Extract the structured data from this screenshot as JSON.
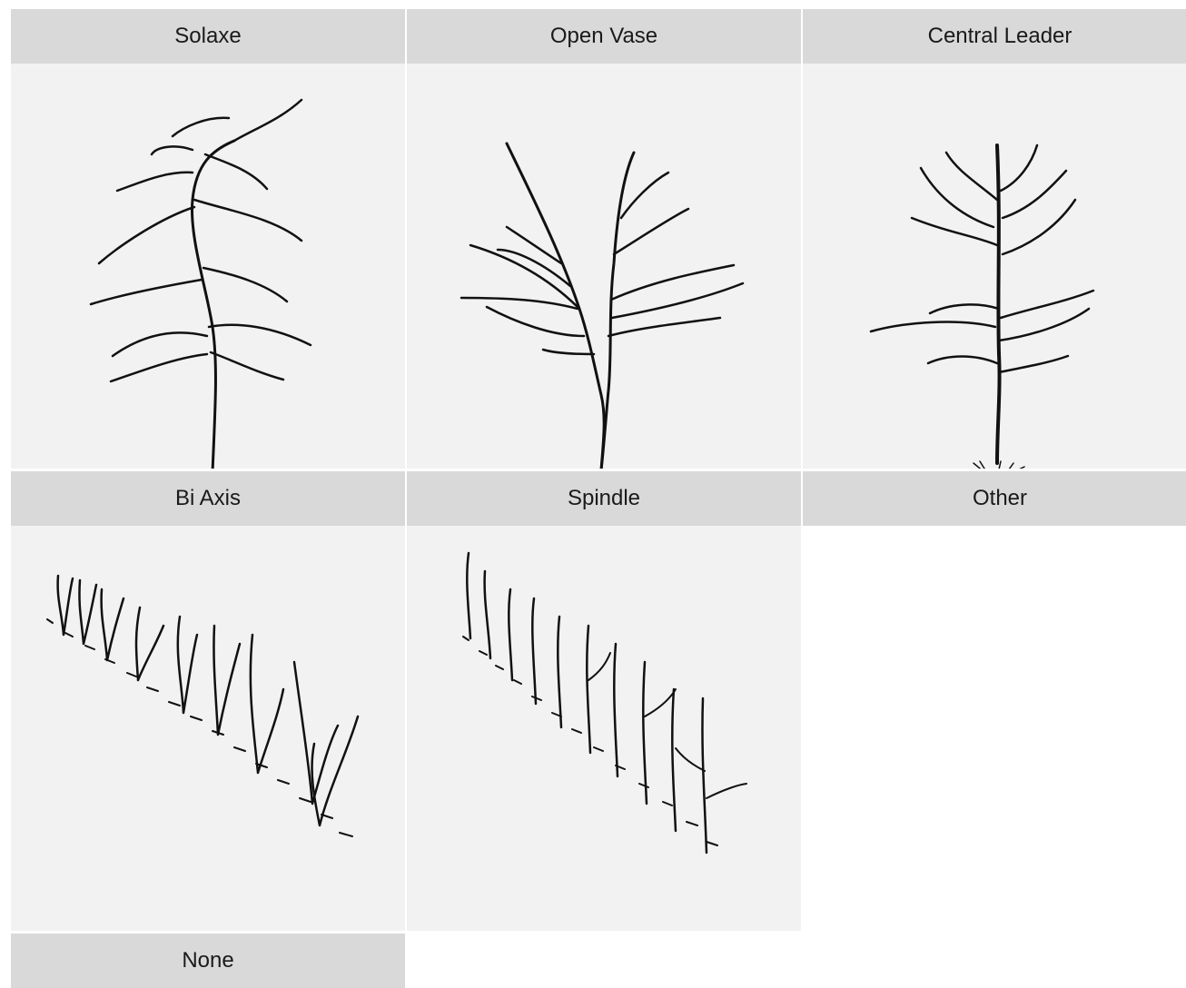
{
  "options": [
    {
      "id": "solaxe",
      "label": "Solaxe",
      "icon": "solaxe-tree-drawing",
      "has_image": true
    },
    {
      "id": "open-vase",
      "label": "Open Vase",
      "icon": "open-vase-tree-drawing",
      "has_image": true
    },
    {
      "id": "central-leader",
      "label": "Central Leader",
      "icon": "central-leader-tree-drawing",
      "has_image": true
    },
    {
      "id": "bi-axis",
      "label": "Bi Axis",
      "icon": "bi-axis-tree-row-drawing",
      "has_image": true
    },
    {
      "id": "spindle",
      "label": "Spindle",
      "icon": "spindle-tree-row-drawing",
      "has_image": true
    },
    {
      "id": "other",
      "label": "Other",
      "has_image": false
    },
    {
      "id": "none",
      "label": "None",
      "has_image": false
    }
  ],
  "colors": {
    "header_bg": "#d9d9d9",
    "image_bg": "#f2f2f2",
    "ink": "#111111"
  }
}
